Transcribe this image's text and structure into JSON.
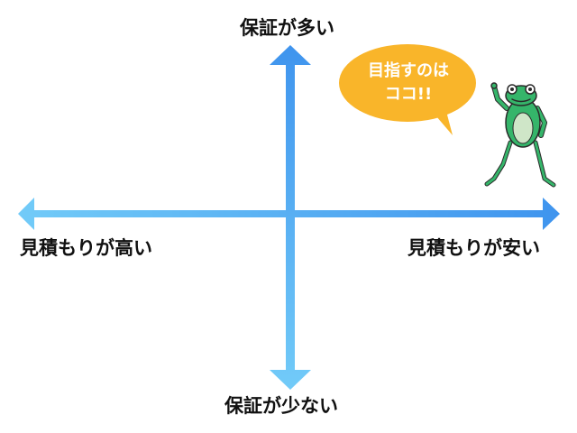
{
  "diagram": {
    "axis_labels": {
      "top": "保証が多い",
      "bottom": "保証が少ない",
      "left": "見積もりが高い",
      "right": "見積もりが安い"
    },
    "speech_bubble": {
      "line1": "目指すのは",
      "line2": "ココ!!"
    },
    "colors": {
      "arrow_light": "#72cbf8",
      "arrow_dark": "#3f94ee",
      "bubble_fill": "#f9b52a",
      "frog_body": "#35b56a",
      "frog_belly": "#cfe6c8",
      "label_text": "#111111",
      "bubble_text": "#ffffff"
    },
    "illustration": "frog-pointing-icon"
  }
}
